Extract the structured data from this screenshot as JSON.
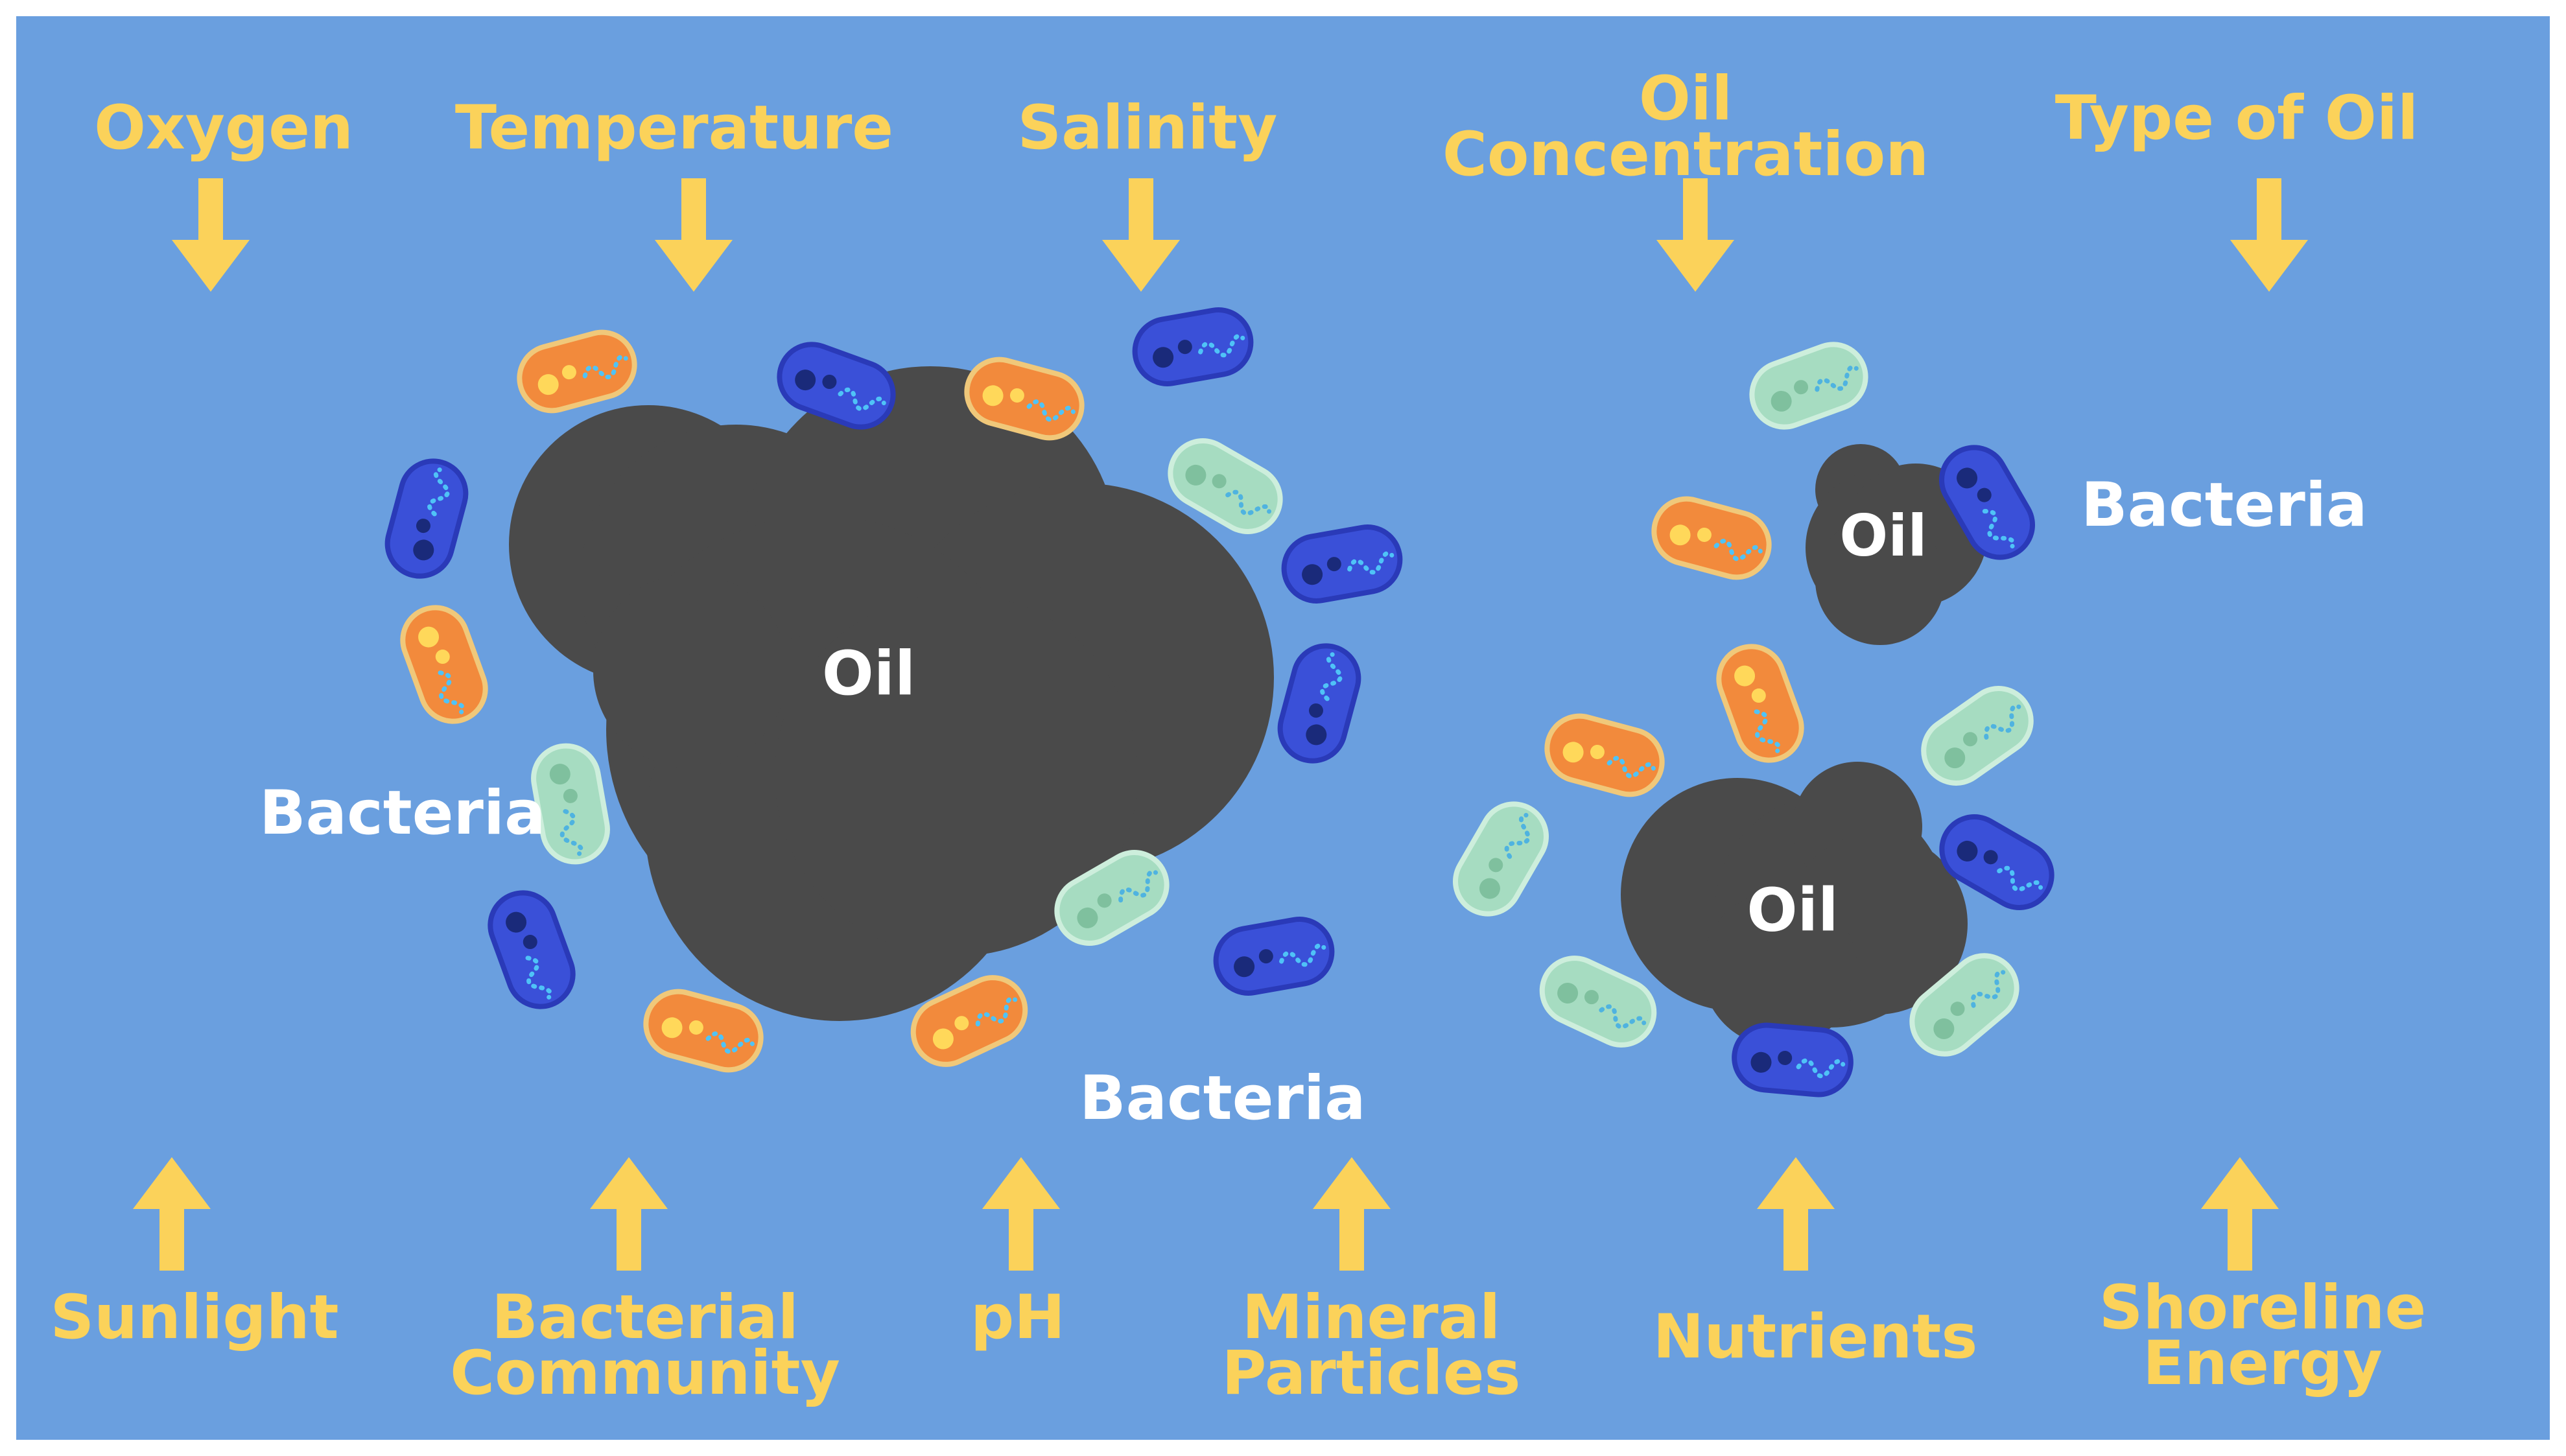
{
  "factors_top": [
    "Oxygen",
    "Temperature",
    "Salinity",
    "Oil\nConcentration",
    "Type of Oil"
  ],
  "factors_bottom": [
    "Sunlight",
    "Bacterial\nCommunity",
    "pH",
    "Mineral\nParticles",
    "Nutrients",
    "Shoreline\nEnergy"
  ],
  "labels": {
    "oil": "Oil",
    "bacteria": "Bacteria"
  },
  "colors": {
    "background": "#6a9fdf",
    "factor_text": "#fbd25a",
    "arrow": "#fbd25a",
    "oil": "#4a4a4a",
    "label_text": "#ffffff",
    "bacteria_orange": "#f28a3c",
    "bacteria_blue": "#3a50d8",
    "bacteria_green": "#a6dcc1"
  }
}
